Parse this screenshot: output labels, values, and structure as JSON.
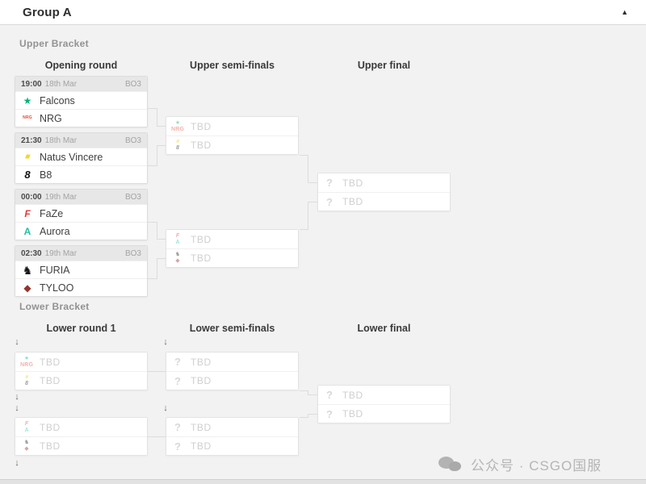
{
  "header": {
    "title": "Group A"
  },
  "icons": {
    "collapse": "▲",
    "dropdown_arrow": "↓",
    "tbd_glyph": "?"
  },
  "logos": {
    "falcons": {
      "glyph": "★",
      "css": "color:#00b27a"
    },
    "nrg": {
      "glyph": "NRG",
      "css": "color:#e8452f;font-weight:800;font-size:5px;letter-spacing:.2px"
    },
    "navi": {
      "glyph": "■",
      "css": "color:#f0d92a;transform:skewX(-18deg);display:inline-block;font-size:10px"
    },
    "b8": {
      "glyph": "8",
      "css": "color:#141414;font-weight:800;font-style:italic;font-size:13px"
    },
    "faze": {
      "glyph": "F",
      "css": "color:#e03a3e;font-weight:800;font-style:italic"
    },
    "aurora": {
      "glyph": "A",
      "css": "color:#1fbfa5;font-weight:800"
    },
    "furia": {
      "glyph": "♞",
      "css": "color:#161616;font-size:14px"
    },
    "tyloo": {
      "glyph": "◆",
      "css": "color:#93352c"
    }
  },
  "upper": {
    "label": "Upper Bracket",
    "columns": [
      "Opening round",
      "Upper semi-finals",
      "Upper final"
    ],
    "matches": [
      {
        "time": "19:00",
        "date": "18th Mar",
        "format": "BO3",
        "teams": [
          {
            "name": "Falcons"
          },
          {
            "name": "NRG"
          }
        ]
      },
      {
        "time": "21:30",
        "date": "18th Mar",
        "format": "BO3",
        "teams": [
          {
            "name": "Natus Vincere"
          },
          {
            "name": "B8"
          }
        ]
      },
      {
        "time": "00:00",
        "date": "19th Mar",
        "format": "BO3",
        "teams": [
          {
            "name": "FaZe"
          },
          {
            "name": "Aurora"
          }
        ]
      },
      {
        "time": "02:30",
        "date": "19th Mar",
        "format": "BO3",
        "teams": [
          {
            "name": "FURIA"
          },
          {
            "name": "TYLOO"
          }
        ]
      }
    ],
    "semis": [
      {
        "slots": [
          {
            "label": "TBD"
          },
          {
            "label": "TBD"
          }
        ]
      },
      {
        "slots": [
          {
            "label": "TBD"
          },
          {
            "label": "TBD"
          }
        ]
      }
    ],
    "final": {
      "slots": [
        {
          "label": "TBD"
        },
        {
          "label": "TBD"
        }
      ]
    }
  },
  "lower": {
    "label": "Lower Bracket",
    "columns": [
      "Lower round 1",
      "Lower semi-finals",
      "Lower final"
    ],
    "round1": [
      {
        "slots": [
          {
            "label": "TBD"
          },
          {
            "label": "TBD"
          }
        ]
      },
      {
        "slots": [
          {
            "label": "TBD"
          },
          {
            "label": "TBD"
          }
        ]
      }
    ],
    "semis": [
      {
        "slots": [
          {
            "label": "TBD"
          },
          {
            "label": "TBD"
          }
        ]
      },
      {
        "slots": [
          {
            "label": "TBD"
          },
          {
            "label": "TBD"
          }
        ]
      }
    ],
    "final": {
      "slots": [
        {
          "label": "TBD"
        },
        {
          "label": "TBD"
        }
      ]
    }
  },
  "watermark": {
    "text": "公众号 · CSGO国服"
  }
}
